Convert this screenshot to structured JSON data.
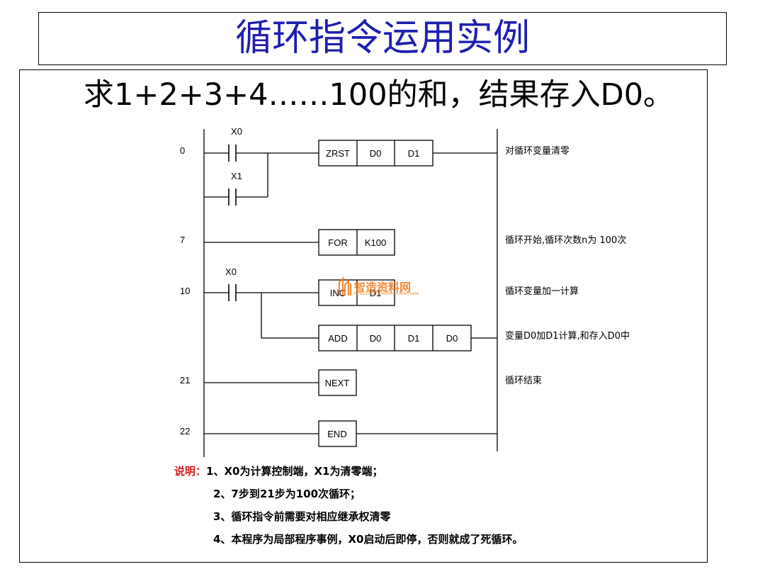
{
  "title": "循环指令运用实例",
  "subtitle": "求1+2+3+4……100的和，结果存入D0。",
  "ladder": {
    "step_numbers": [
      "0",
      "7",
      "10",
      "21",
      "22"
    ],
    "contacts": [
      "X0",
      "X1",
      "X0"
    ],
    "rungs": [
      {
        "cells": [
          "ZRST",
          "D0",
          "D1"
        ],
        "comment": "对循环变量清零"
      },
      {
        "cells": [
          "FOR",
          "K100"
        ],
        "comment": "循环开始,循环次数n为 100次"
      },
      {
        "cells": [
          "INC",
          "D1"
        ],
        "comment": "循环变量加一计算"
      },
      {
        "cells": [
          "ADD",
          "D0",
          "D1",
          "D0"
        ],
        "comment": "变量D0加D1计算,和存入D0中"
      },
      {
        "cells": [
          "NEXT"
        ],
        "comment": "循环结束"
      },
      {
        "cells": [
          "END"
        ],
        "comment": ""
      }
    ]
  },
  "notes": {
    "label": "说明：",
    "items": [
      "1、X0为计算控制端，X1为清零端；",
      "2、7步到21步为100次循环；",
      "3、循环指令前需要对相应继承权清零",
      "4、本程序为局部程序事例，X0启动后即停，否则就成了死循环。"
    ]
  },
  "watermark": {
    "text": "智造资料网",
    "subtext": "INTELLIGENT MANUFACTURING DATA"
  },
  "colors": {
    "title": "#1f1fb0",
    "note_label": "#d42020",
    "watermark": "#f07818"
  }
}
